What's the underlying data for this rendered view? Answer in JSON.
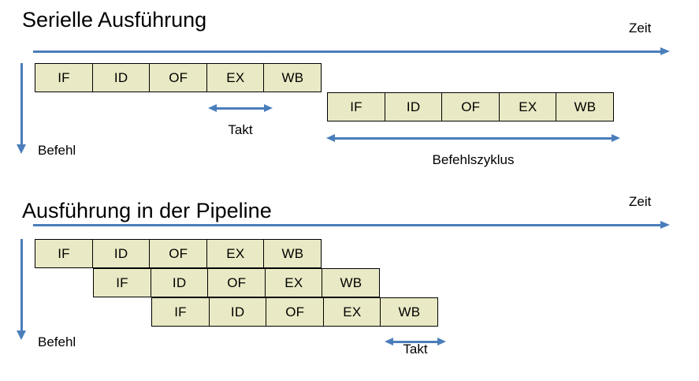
{
  "colors": {
    "box_fill": "#e9e9c5",
    "box_border": "#000000",
    "arrow_blue": "#4a7ebb",
    "background": "#ffffff",
    "text": "#000000"
  },
  "sections": {
    "serial": {
      "title": "Serielle Ausführung",
      "time_label": "Zeit",
      "instruction_label": "Befehl",
      "rows": [
        {
          "stages": [
            "IF",
            "ID",
            "OF",
            "EX",
            "WB"
          ]
        },
        {
          "stages": [
            "IF",
            "ID",
            "OF",
            "EX",
            "WB"
          ]
        }
      ],
      "measures": [
        {
          "label": "Takt"
        },
        {
          "label": "Befehlszyklus"
        }
      ]
    },
    "pipeline": {
      "title": "Ausführung in der Pipeline",
      "time_label": "Zeit",
      "instruction_label": "Befehl",
      "rows": [
        {
          "stages": [
            "IF",
            "ID",
            "OF",
            "EX",
            "WB"
          ]
        },
        {
          "stages": [
            "IF",
            "ID",
            "OF",
            "EX",
            "WB"
          ]
        },
        {
          "stages": [
            "IF",
            "ID",
            "OF",
            "EX",
            "WB"
          ]
        }
      ],
      "measures": [
        {
          "label": "Takt"
        }
      ]
    }
  }
}
